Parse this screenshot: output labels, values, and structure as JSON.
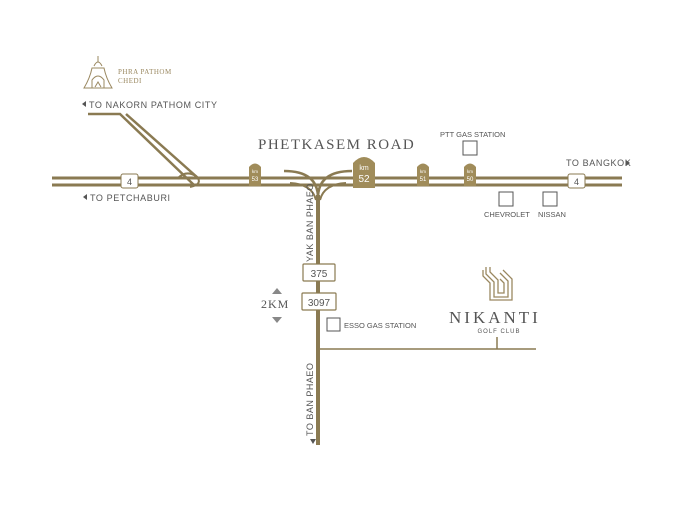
{
  "colors": {
    "road": "#8a7a52",
    "road_dark": "#7a6a45",
    "marker": "#a08c5a",
    "text": "#555555",
    "gold_text": "#9a8860",
    "white": "#ffffff"
  },
  "landmarks": {
    "chedi_name_line1": "PHRA PATHOM",
    "chedi_name_line2": "CHEDI",
    "ptt": "PTT GAS STATION",
    "chevrolet": "CHEVROLET",
    "nissan": "NISSAN",
    "esso": "ESSO GAS STATION"
  },
  "directions": {
    "nakorn_pathom": "TO NAKORN PATHOM CITY",
    "petchaburi": "TO PETCHABURI",
    "bangkok": "TO BANGKOK",
    "ban_phaeo": "TO BAN PHAEO"
  },
  "roads": {
    "main_name": "PHETKASEM ROAD",
    "side_name": "YAK BAN PHAEO",
    "highway_number": "4",
    "route_375": "375",
    "route_3097": "3097"
  },
  "km_markers": [
    {
      "unit": "km",
      "value": "53"
    },
    {
      "unit": "km",
      "value": "52"
    },
    {
      "unit": "km",
      "value": "51"
    },
    {
      "unit": "km",
      "value": "50"
    }
  ],
  "distance": "2KM",
  "brand": {
    "name": "NIKANTI",
    "sub": "GOLF CLUB"
  }
}
